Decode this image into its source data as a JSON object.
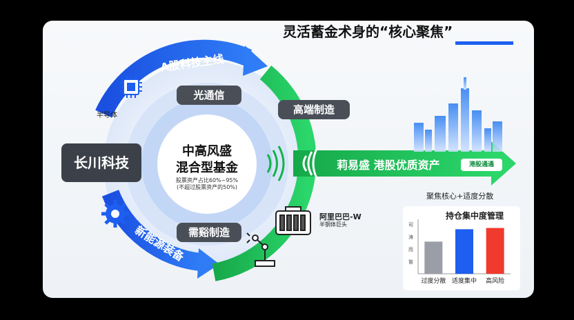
{
  "title": "灵活蓄金术身的“核心聚焦”",
  "center": {
    "line1": "中高风盛",
    "line2": "混合型基金",
    "note1": "股票资产占比60%~95%",
    "note2": "(不超过股票资产的50%)"
  },
  "ring_pills": {
    "top": "光通信",
    "bottom": "需谿制造",
    "right_top": "高端制造"
  },
  "left_box": "长川科技",
  "arrows": {
    "top_label": "A股科技主线",
    "bottom_label": "新能源装备",
    "right_label": "莉易盛  港股优质资产",
    "right_tag": "港股通通"
  },
  "labels": {
    "semiconductor": "半导体",
    "alibaba": "阿里巴巴-W",
    "alibaba_sub": "半钢体巨头"
  },
  "chart_panel": {
    "header": "聚焦核心+适度分散",
    "title": "持仓集中度管理"
  },
  "colors": {
    "blue": "#1e5ef0",
    "green": "#13b24a",
    "gray_bar": "#9a9ea6",
    "red_bar": "#f03a2e"
  },
  "chart_data": {
    "type": "bar",
    "title": "持仓集中度管理",
    "categories": [
      "过度分散",
      "适度集中",
      "高风险"
    ],
    "values": [
      2.6,
      3.6,
      3.7
    ],
    "y_tick_labels": [
      "笛",
      "而",
      "涛",
      "司"
    ],
    "ylim": [
      0,
      4.4
    ],
    "bar_colors": [
      "#9a9ea6",
      "#1e5ef0",
      "#f03a2e"
    ]
  }
}
